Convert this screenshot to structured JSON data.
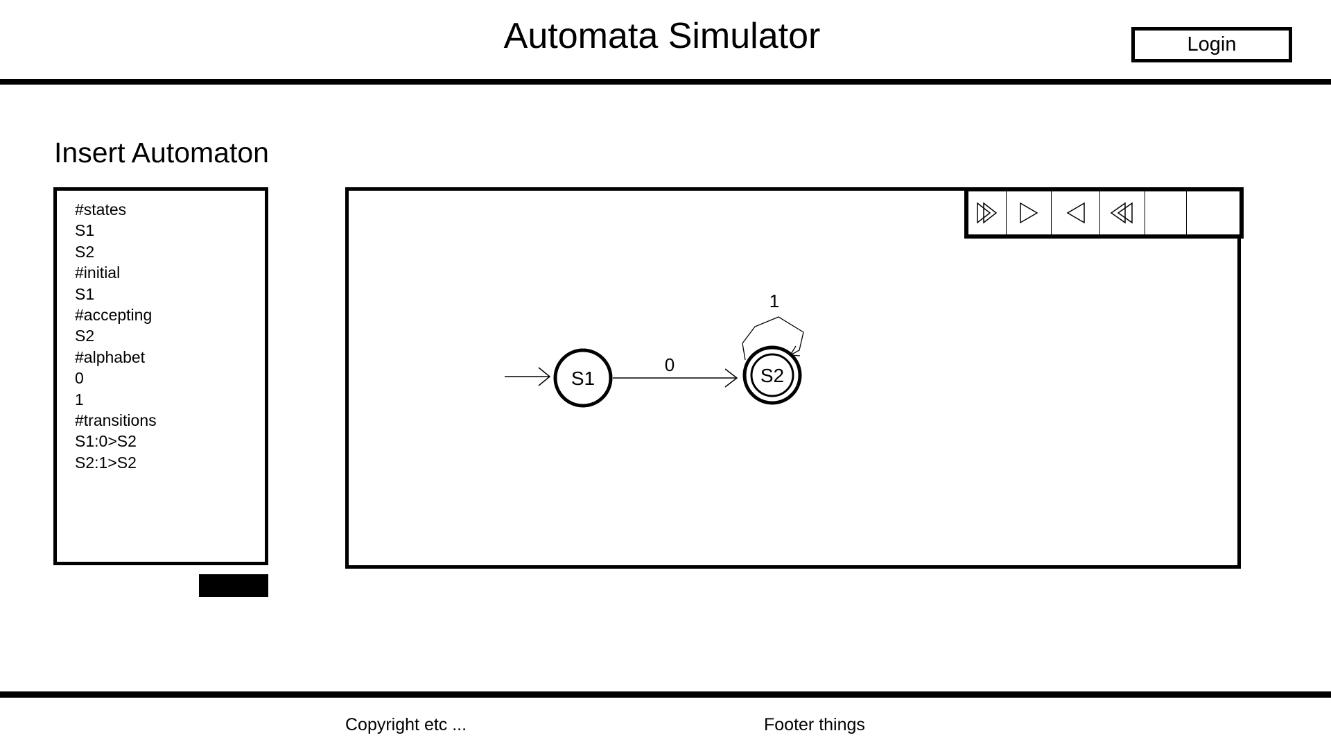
{
  "header": {
    "title": "Automata Simulator",
    "login_label": "Login"
  },
  "editor": {
    "heading": "Insert Automaton",
    "lines": [
      "#states",
      "S1",
      "S2",
      "#initial",
      "S1",
      "#accepting",
      "S2",
      "#alphabet",
      "0",
      "1",
      "#transitions",
      "S1:0>S2",
      "S2:1>S2"
    ]
  },
  "diagram": {
    "states": [
      {
        "name": "S1",
        "initial": true,
        "accepting": false
      },
      {
        "name": "S2",
        "initial": false,
        "accepting": true
      }
    ],
    "transitions": [
      {
        "from": "S1",
        "to": "S2",
        "symbol": "0"
      },
      {
        "from": "S2",
        "to": "S2",
        "symbol": "1"
      }
    ]
  },
  "toolbar": {
    "buttons": [
      {
        "name": "fast-forward",
        "icon": "double-right-triangle-icon"
      },
      {
        "name": "step-forward",
        "icon": "right-triangle-icon"
      },
      {
        "name": "step-back",
        "icon": "left-triangle-icon"
      },
      {
        "name": "rewind",
        "icon": "double-left-triangle-icon"
      },
      {
        "name": "empty-5",
        "icon": ""
      },
      {
        "name": "empty-6",
        "icon": ""
      }
    ]
  },
  "footer": {
    "copyright": "Copyright etc ...",
    "extra": "Footer things"
  }
}
